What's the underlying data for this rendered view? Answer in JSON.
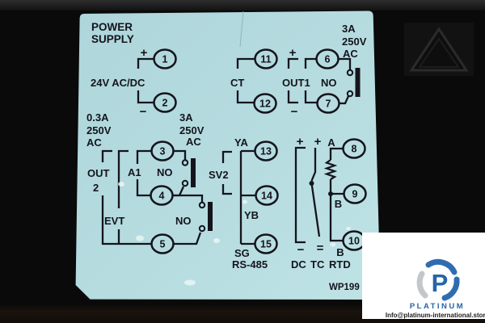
{
  "photo": {
    "device_label": {
      "power_supply": {
        "title_line1": "POWER",
        "title_line2": "SUPPLY",
        "voltage": "24V AC/DC"
      },
      "symbols": {
        "plus": "+",
        "minus": "−",
        "equals": "="
      },
      "ratings": {
        "out2": {
          "amp": "0.3A",
          "volt": "250V",
          "ac": "AC"
        },
        "a1": {
          "amp": "3A",
          "volt": "250V",
          "ac": "AC"
        },
        "out1": {
          "amp": "3A",
          "volt": "250V",
          "ac": "AC"
        }
      },
      "groups": {
        "ct": "CT",
        "out1": "OUT1",
        "out1_no": "NO",
        "out2_line1": "OUT",
        "out2_line2": "2",
        "a1": "A1",
        "a1_no": "NO",
        "evt": "EVT",
        "evt_no": "NO",
        "sv2": "SV2",
        "ya": "YA",
        "yb": "YB",
        "sg": "SG",
        "rs485": "RS-485",
        "dc": "DC",
        "tc": "TC",
        "rtd": "RTD",
        "sensor_a": "A",
        "sensor_b_mid": "B",
        "sensor_b_bottom": "B"
      },
      "terminals": {
        "t1": "1",
        "t2": "2",
        "t3": "3",
        "t4": "4",
        "t5": "5",
        "t6": "6",
        "t7": "7",
        "t8": "8",
        "t9": "9",
        "t10": "10",
        "t11": "11",
        "t12": "12",
        "t13": "13",
        "t14": "14",
        "t15": "15"
      },
      "part_code": "WP199"
    },
    "watermark": {
      "brand": "PLATINUM",
      "email": "Info@platinum-international.store"
    },
    "colors": {
      "label_bg": "#b5dade",
      "ink": "#14141c",
      "brand_blue": "#2565a8",
      "background": "#0a0a0a"
    }
  }
}
